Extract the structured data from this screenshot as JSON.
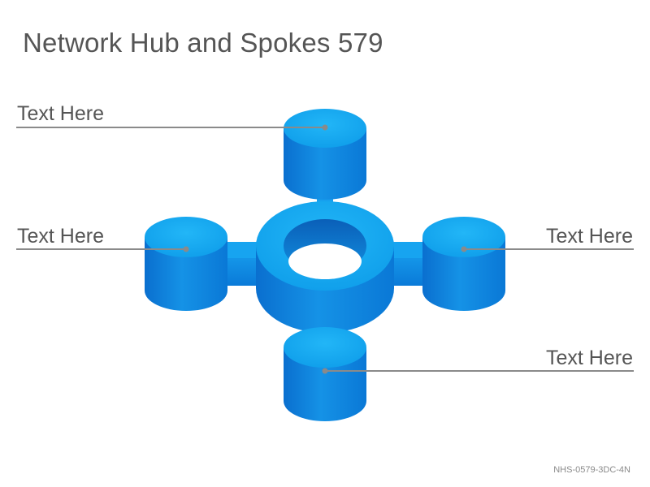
{
  "title": "Network Hub and Spokes 579",
  "labels": {
    "top_left": "Text Here",
    "middle_left": "Text Here",
    "middle_right": "Text Here",
    "bottom_right": "Text Here"
  },
  "code": "NHS-0579-3DC-4N",
  "colors": {
    "accent_top": "#12aaf0",
    "accent_side": "#0b7fd8",
    "connector_line": "#8a8a8a",
    "text": "#555555"
  }
}
